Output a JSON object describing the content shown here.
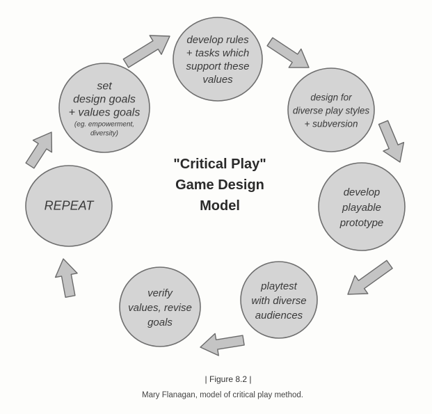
{
  "diagram": {
    "center_title": [
      "\"Critical Play\"",
      "Game Design",
      "Model"
    ],
    "nodes": [
      {
        "id": "develop-rules",
        "lines": [
          "develop rules",
          "+ tasks which",
          "support these",
          "values"
        ]
      },
      {
        "id": "design-for-diverse-play",
        "lines": [
          "design for",
          "diverse play styles",
          "+ subversion"
        ]
      },
      {
        "id": "develop-prototype",
        "lines": [
          "develop",
          "playable",
          "prototype"
        ]
      },
      {
        "id": "playtest",
        "lines": [
          "playtest",
          "with diverse",
          "audiences"
        ]
      },
      {
        "id": "verify-values",
        "lines": [
          "verify",
          "values, revise",
          "goals"
        ]
      },
      {
        "id": "repeat",
        "lines": [
          "REPEAT"
        ]
      },
      {
        "id": "set-goals",
        "lines": [
          "set",
          "design goals",
          "+ values goals"
        ],
        "small_lines": [
          "(eg. empowerment,",
          "diversity)"
        ]
      }
    ],
    "colors": {
      "node_fill": "#d4d4d4",
      "node_stroke": "#6e6e6e",
      "arrow_fill": "#c4c4c4",
      "arrow_stroke": "#6a6a6a",
      "text": "#3a3a3a"
    }
  },
  "caption": {
    "heading": "| Figure 8.2 |",
    "text": "Mary Flanagan, model of critical play method."
  }
}
